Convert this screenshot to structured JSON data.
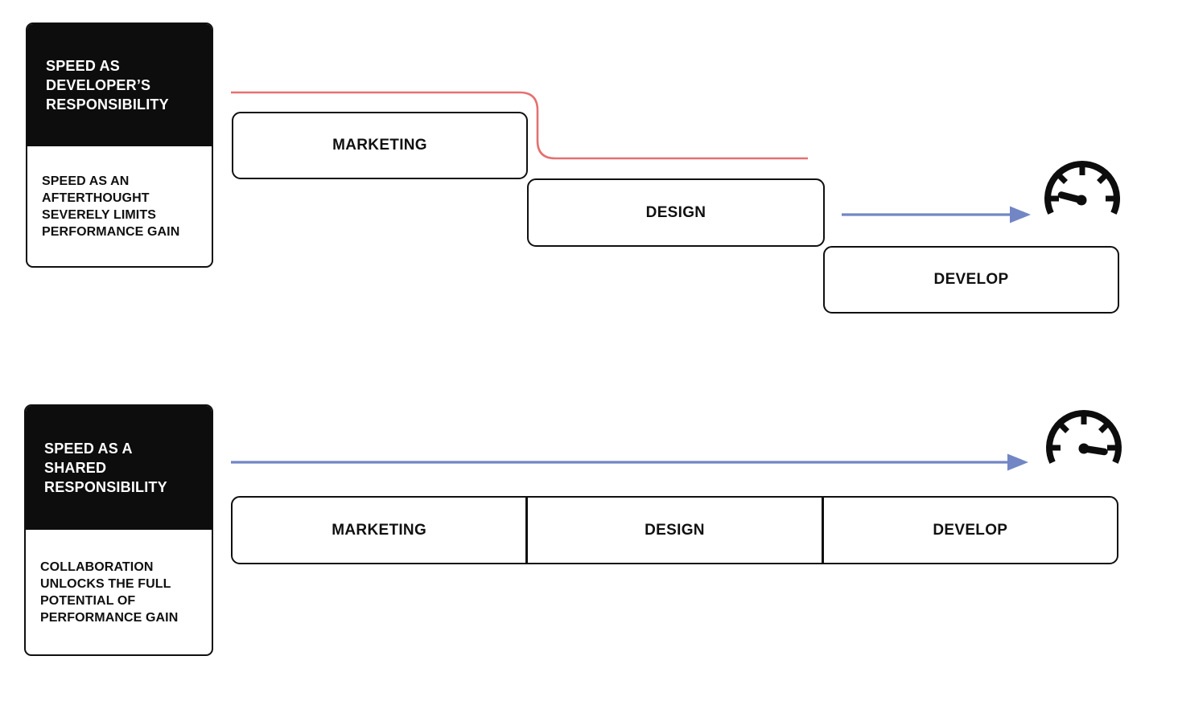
{
  "palette": {
    "accent_red": "#e57070",
    "accent_blue": "#7286c5",
    "ink": "#0d0d0d"
  },
  "top_flow": {
    "name": "speed as developer's responsibility",
    "card": {
      "title": "SPEED AS\nDEVELOPER’S\nRESPONSIBILITY",
      "subtitle": "SPEED AS AN\nAFTERTHOUGHT\nSEVERELY LIMITS\nPERFORMANCE GAIN"
    },
    "stages": [
      {
        "label": "MARKETING"
      },
      {
        "label": "DESIGN"
      },
      {
        "label": "DEVELOP"
      }
    ],
    "delay_line_icon": "stepped-delay-line",
    "arrow_icon": "right-arrow",
    "gauge_icon": "speedometer-low-icon"
  },
  "bottom_flow": {
    "name": "speed as a shared responsibility",
    "card": {
      "title": "SPEED AS A\nSHARED\nRESPONSIBILITY",
      "subtitle": "COLLABORATION\nUNLOCKS THE FULL\nPOTENTIAL OF\nPERFORMANCE GAIN"
    },
    "stages": [
      {
        "label": "MARKETING"
      },
      {
        "label": "DESIGN"
      },
      {
        "label": "DEVELOP"
      }
    ],
    "arrow_icon": "right-arrow",
    "gauge_icon": "speedometer-high-icon"
  }
}
